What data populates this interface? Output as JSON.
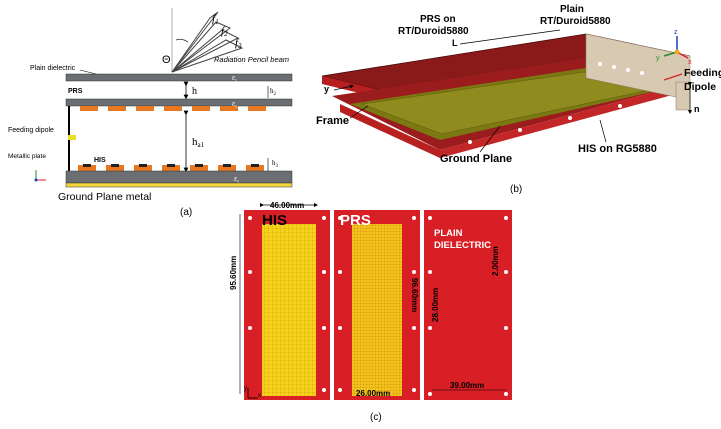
{
  "panel_a": {
    "caption": "(a)",
    "plain_dielectric": "Plain dielectric",
    "radiation_beam": "Radiation Pencil beam",
    "theta": "Θ",
    "beam1": "f",
    "beam1_sub": "1",
    "beam2": "f",
    "beam2_sub": "2",
    "beam3": "f",
    "beam3_sub": "3",
    "eps_r": "ε",
    "eps_sub": "r",
    "prs": "PRS",
    "h": "h",
    "h2": "h",
    "h2_sub": "2",
    "ha1": "h",
    "ha1_sub": "a1",
    "h3": "h",
    "h3_sub": "3",
    "feeding_dipole": "Feeding dipole",
    "metallic_plate": "Metallic plate",
    "his": "HIS",
    "ground_plane_metal": "Ground Plane metal"
  },
  "panel_b": {
    "caption": "(b)",
    "prs_label": "PRS on",
    "prs_label2": "RT/Duroid5880",
    "plain_label": "Plain",
    "plain_label2": "RT/Duroid5880",
    "frame": "Frame",
    "ground_plane": "Ground Plane",
    "his_on": "HIS on RG5880",
    "feeding": "Feeding",
    "dipole": "Dipole",
    "L": "L",
    "y": "y",
    "n": "n",
    "axis_x": "x",
    "axis_y": "y",
    "axis_z": "z"
  },
  "panel_c": {
    "caption": "(c)",
    "dim_46": "46.00mm",
    "dim_95": "95.60mm",
    "his": "HIS",
    "prs": "PRS",
    "dim_96": "96.60mm",
    "dim_26": "26.00mm",
    "plain1": "PLAIN",
    "plain2": "DIELECTRIC",
    "dim_2": "2.00mm",
    "dim_28": "28.00mm",
    "dim_39": "39.00mm",
    "axis_y": "y",
    "axis_x": "x"
  },
  "colors": {
    "board_red": "#d81f26",
    "patch_yellow": "#f5d21a",
    "patch_orange": "#e87722",
    "layer_gray": "#6b6e73",
    "ground_olive": "#8f8b1e"
  }
}
